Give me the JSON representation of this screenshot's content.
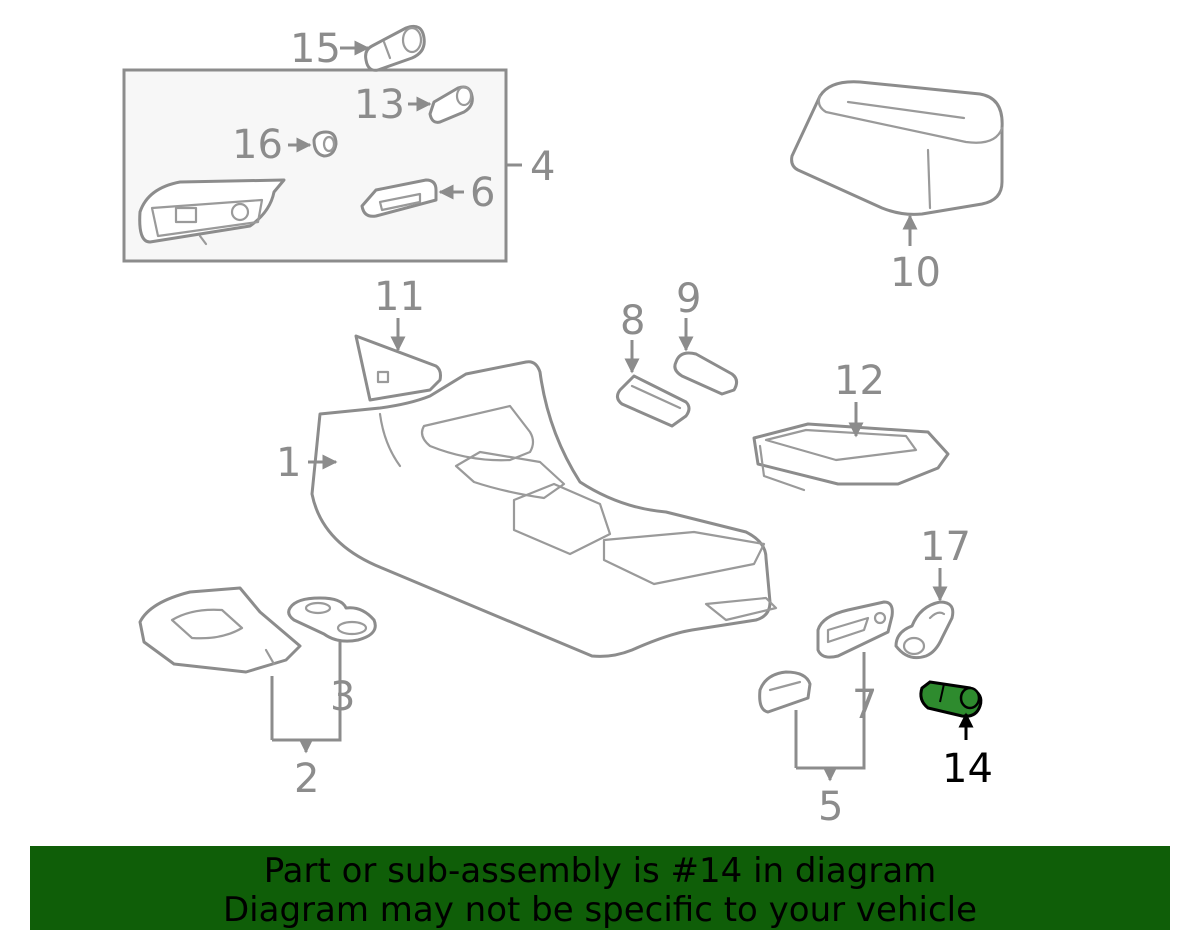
{
  "callouts": {
    "c1": "1",
    "c2": "2",
    "c3": "3",
    "c4": "4",
    "c5": "5",
    "c6": "6",
    "c7": "7",
    "c8": "8",
    "c9": "9",
    "c10": "10",
    "c11": "11",
    "c12": "12",
    "c13": "13",
    "c14": "14",
    "c15": "15",
    "c16": "16",
    "c17": "17"
  },
  "highlighted_part": "14",
  "colors": {
    "highlight": "#2e8b2e",
    "banner": "#0f5e08",
    "lines": "#8c8c8c"
  },
  "banner": {
    "line1": "Part or sub-assembly is #14 in diagram",
    "line2": "Diagram may not be specific to your vehicle"
  }
}
